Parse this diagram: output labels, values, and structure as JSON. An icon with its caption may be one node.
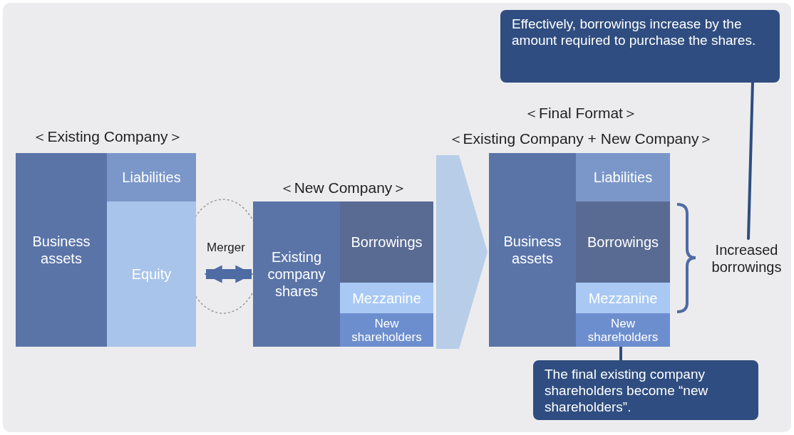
{
  "diagram": {
    "nodes": [
      {
        "text": [
          "＜Existing Company＞"
        ]
      },
      {
        "text": [
          "Business assets"
        ],
        "in": 0
      },
      {
        "text": [
          "Liabilities"
        ],
        "in": 0
      },
      {
        "text": [
          "Equity"
        ],
        "in": 0
      },
      {
        "text": [
          "＜New Company＞"
        ]
      },
      {
        "text": [
          "Existing company shares"
        ],
        "in": 4
      },
      {
        "text": [
          "Borrowings"
        ],
        "in": 4
      },
      {
        "text": [
          "Mezzanine"
        ],
        "in": 4
      },
      {
        "text": [
          "New shareholders"
        ],
        "in": 4
      },
      {
        "text": [
          "＜Final Format＞",
          "＜Existing Company + New Company＞"
        ]
      },
      {
        "text": [
          "Business assets"
        ],
        "in": 9
      },
      {
        "text": [
          "Liabilities"
        ],
        "in": 9
      },
      {
        "text": [
          "Borrowings"
        ],
        "in": 9
      },
      {
        "text": [
          "Mezzanine"
        ],
        "in": 9
      },
      {
        "text": [
          "New shareholders"
        ],
        "in": 9
      },
      {
        "text": [
          "Increased borrowings"
        ]
      },
      {
        "text": [
          "Effectively, borrowings increase by the amount required to purchase the shares."
        ]
      },
      {
        "text": [
          "The final existing company shareholders become “new shareholders”."
        ]
      }
    ],
    "edges": [
      {
        "from": 0,
        "to": 4,
        "arrow": "both",
        "label": "Merger",
        "style": "thick"
      },
      {
        "from": 4,
        "to": 9,
        "arrow": "to",
        "style": "thick"
      },
      {
        "from": 16,
        "to": 15,
        "arrow": "none"
      },
      {
        "from": 17,
        "to": 14,
        "arrow": "none"
      }
    ]
  }
}
